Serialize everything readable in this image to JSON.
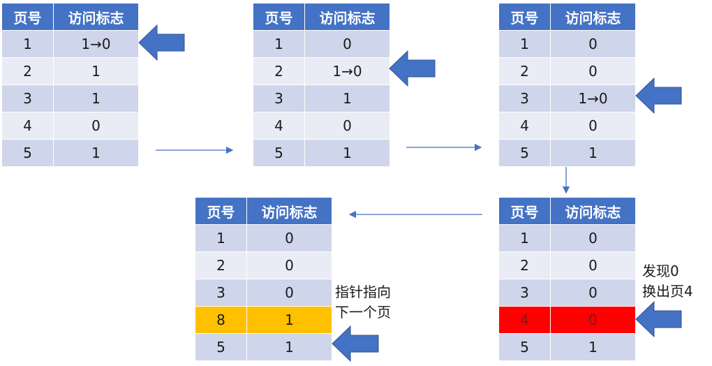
{
  "colors": {
    "header": "#4472c4",
    "row_odd": "#cfd5ea",
    "row_even": "#e9ebf5",
    "highlight_red": "#ff0000",
    "highlight_yellow": "#ffc000",
    "arrow": "#4472c4"
  },
  "tables": [
    {
      "headers": [
        "页号",
        "访问标志"
      ],
      "rows": [
        [
          "1",
          "1→0"
        ],
        [
          "2",
          "1"
        ],
        [
          "3",
          "1"
        ],
        [
          "4",
          "0"
        ],
        [
          "5",
          "1"
        ]
      ]
    },
    {
      "headers": [
        "页号",
        "访问标志"
      ],
      "rows": [
        [
          "1",
          "0"
        ],
        [
          "2",
          "1→0"
        ],
        [
          "3",
          "1"
        ],
        [
          "4",
          "0"
        ],
        [
          "5",
          "1"
        ]
      ]
    },
    {
      "headers": [
        "页号",
        "访问标志"
      ],
      "rows": [
        [
          "1",
          "0"
        ],
        [
          "2",
          "0"
        ],
        [
          "3",
          "1→0"
        ],
        [
          "4",
          "0"
        ],
        [
          "5",
          "1"
        ]
      ]
    },
    {
      "headers": [
        "页号",
        "访问标志"
      ],
      "rows": [
        [
          "1",
          "0"
        ],
        [
          "2",
          "0"
        ],
        [
          "3",
          "0"
        ],
        [
          "4",
          "0"
        ],
        [
          "5",
          "1"
        ]
      ],
      "highlight_row": 3
    },
    {
      "headers": [
        "页号",
        "访问标志"
      ],
      "rows": [
        [
          "1",
          "0"
        ],
        [
          "2",
          "0"
        ],
        [
          "3",
          "0"
        ],
        [
          "8",
          "1"
        ],
        [
          "5",
          "1"
        ]
      ],
      "highlight_row": 3
    }
  ],
  "notes": {
    "found": [
      "发现0",
      "换出页4"
    ],
    "pointer": [
      "指针指向",
      "下一个页"
    ]
  }
}
